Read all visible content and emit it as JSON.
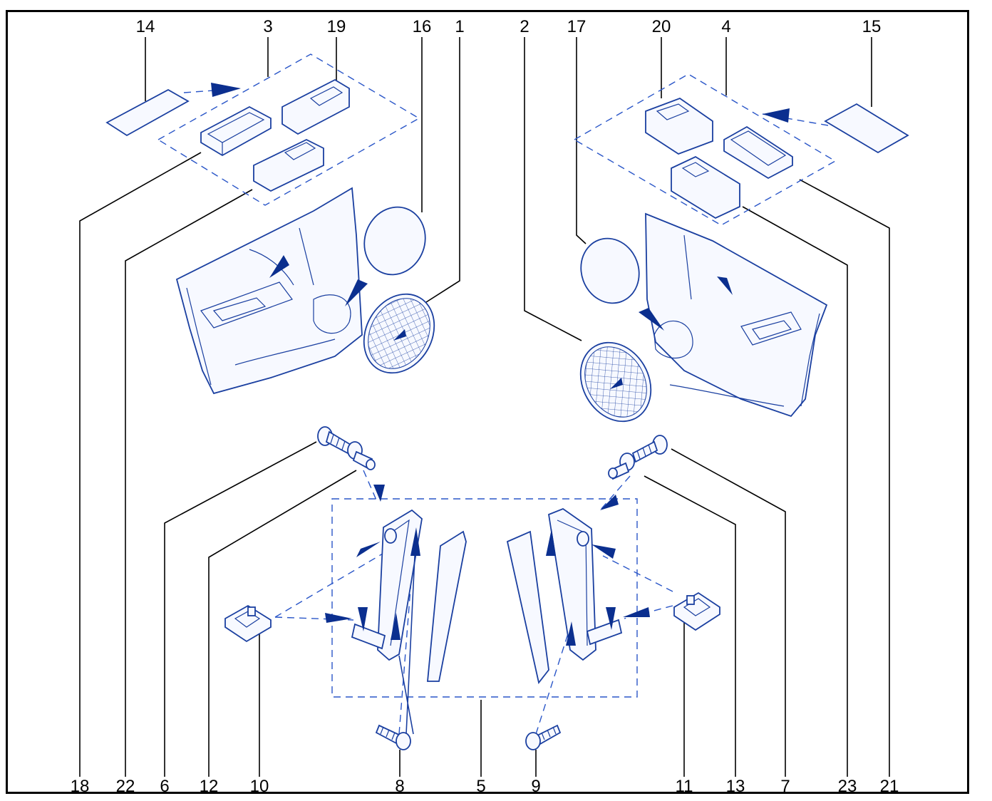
{
  "callouts_top": [
    {
      "label": "14"
    },
    {
      "label": "3"
    },
    {
      "label": "19"
    },
    {
      "label": "16"
    },
    {
      "label": "1"
    },
    {
      "label": "2"
    },
    {
      "label": "17"
    },
    {
      "label": "20"
    },
    {
      "label": "4"
    },
    {
      "label": "15"
    }
  ],
  "callouts_bottom": [
    {
      "label": "18"
    },
    {
      "label": "22"
    },
    {
      "label": "6"
    },
    {
      "label": "12"
    },
    {
      "label": "10"
    },
    {
      "label": "8"
    },
    {
      "label": "5"
    },
    {
      "label": "9"
    },
    {
      "label": "11"
    },
    {
      "label": "13"
    },
    {
      "label": "7"
    },
    {
      "label": "23"
    },
    {
      "label": "21"
    }
  ],
  "colors": {
    "line": "#1a3fa0",
    "arrow": "#0b2f8f",
    "callout": "#000000",
    "frame": "#000000"
  }
}
